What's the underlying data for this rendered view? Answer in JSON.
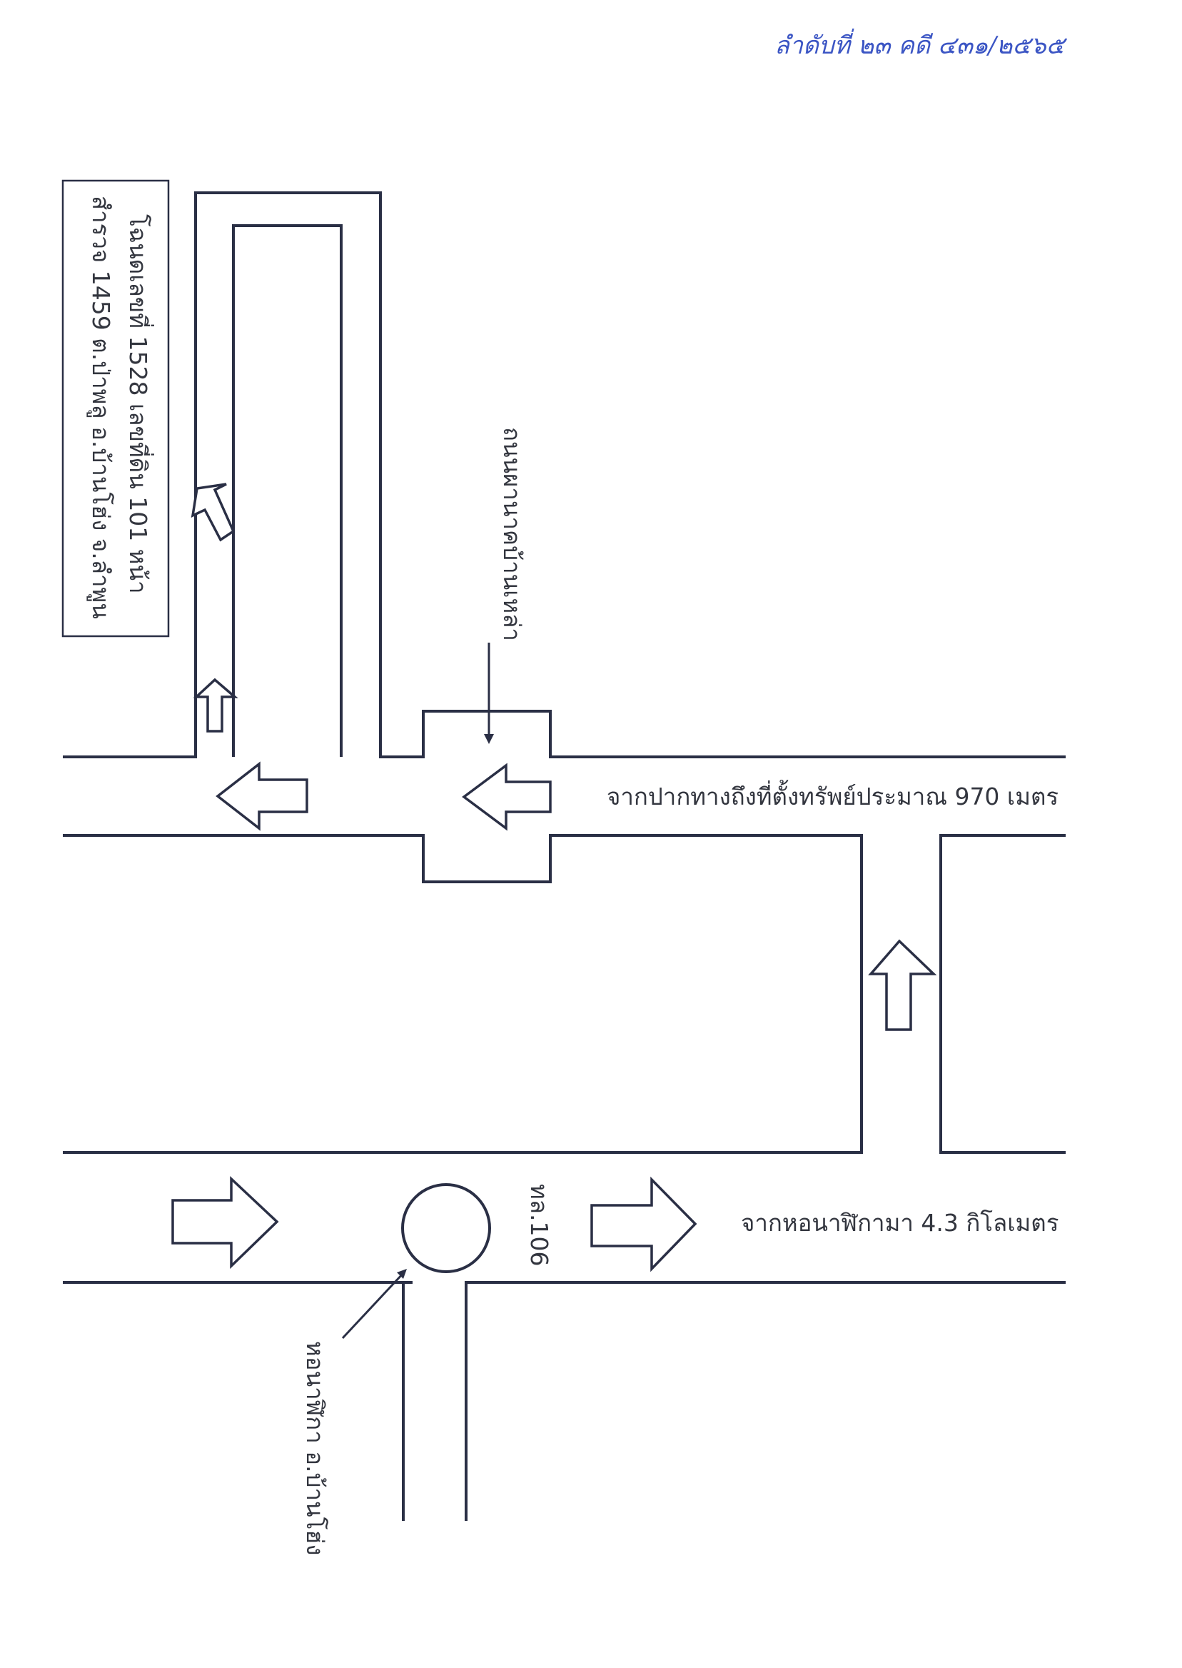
{
  "case_number": "ลำดับที่ ๒๓ คดี ๔๓๑/๒๕๖๕",
  "property_box": {
    "line1": "โฉนดเลขที่ 1528 เลขที่ดิน 101 หน้า",
    "line2": "สำรวจ 1459 ต.ป่าพลู อ.บ้านโฮ่ง จ.ลำพูน"
  },
  "labels": {
    "branch_road": "ถนนผานาคบ้านเหล่า",
    "distance_from_entrance": "จากปากทางถึงที่ตั้งทรัพย์ประมาณ 970 เมตร",
    "highway": "ทล.106",
    "distance_from_clock_tower": "จากหอนาฬิกามา 4.3 กิโลเมตร",
    "clock_tower": "หอนาฬิกา อ.บ้านโฮ่ง"
  },
  "colors": {
    "line": "#2a2f45",
    "text": "#33363f",
    "handwriting": "#3b55c4"
  },
  "icons": {
    "arrow": "direction-arrow-icon",
    "landmark": "clock-tower-circle-icon"
  }
}
